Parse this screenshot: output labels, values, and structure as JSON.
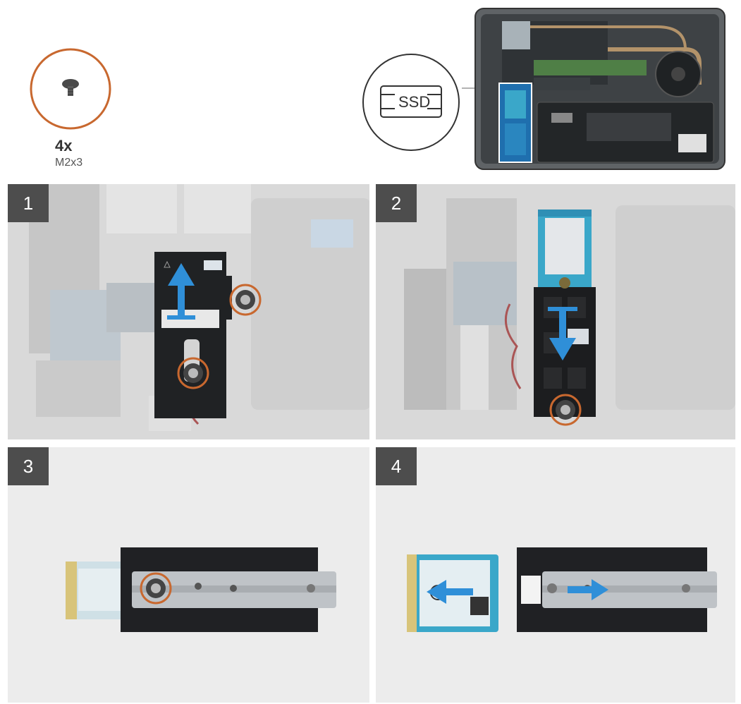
{
  "screw": {
    "quantity": "4x",
    "spec": "M2x3"
  },
  "callout": {
    "label": "SSD"
  },
  "steps": [
    {
      "number": "1"
    },
    {
      "number": "2"
    },
    {
      "number": "3"
    },
    {
      "number": "4"
    }
  ],
  "colors": {
    "screw_highlight": "#c8682f",
    "arrow": "#2f8fd8",
    "step_badge": "#4d4d4d",
    "panel_bg": "#ededed",
    "ssd_board": "#3aa7c9"
  }
}
